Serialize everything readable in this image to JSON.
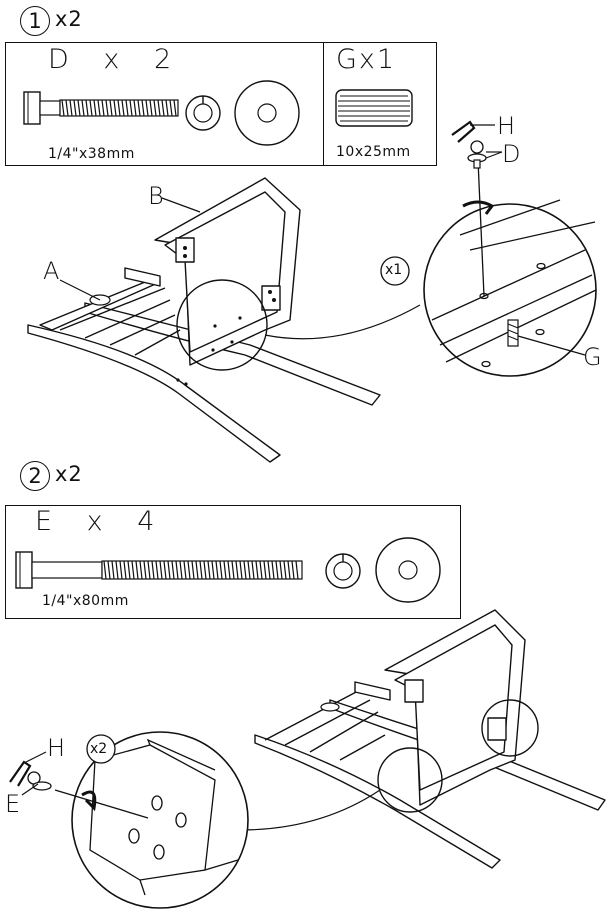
{
  "steps": [
    {
      "number": "1",
      "multiplier": "x2",
      "parts": {
        "bolt": {
          "letter": "D",
          "x": "x",
          "qty": "2",
          "size": "1/4\"x38mm"
        },
        "dowel": {
          "label": "Gx1",
          "size": "10x25mm"
        }
      },
      "callouts": {
        "B": "B",
        "A": "A",
        "H": "H",
        "D": "D",
        "G": "G",
        "times": "x1"
      }
    },
    {
      "number": "2",
      "multiplier": "x2",
      "parts": {
        "bolt": {
          "letter": "E",
          "x": "x",
          "qty": "4",
          "size": "1/4\"x80mm"
        }
      },
      "callouts": {
        "H": "H",
        "E": "E",
        "times": "x2"
      }
    }
  ]
}
